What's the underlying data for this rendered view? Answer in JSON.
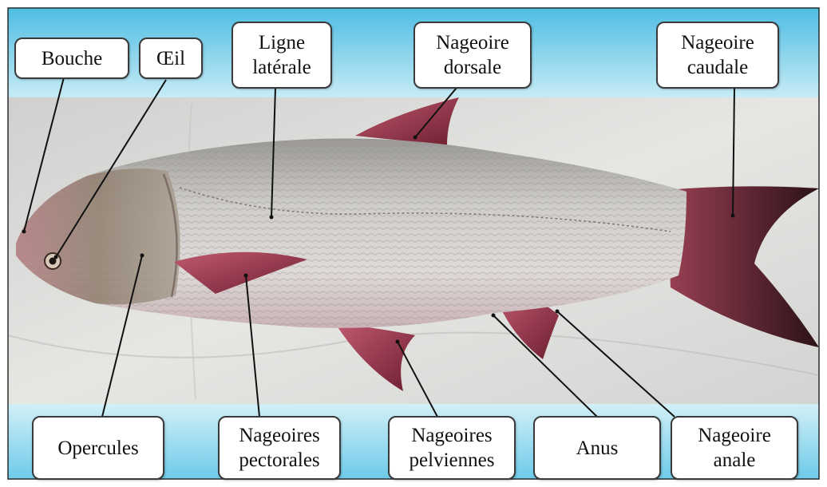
{
  "diagram": {
    "labels": {
      "bouche": "Bouche",
      "oeil": "Œil",
      "ligne_laterale": "Ligne\nlatérale",
      "nageoire_dorsale": "Nageoire\ndorsale",
      "nageoire_caudale": "Nageoire\ncaudale",
      "opercules": "Opercules",
      "nageoires_pectorales": "Nageoires\npectorales",
      "nageoires_pelviennes": "Nageoires\npelviennes",
      "anus": "Anus",
      "nageoire_anale": "Nageoire\nanale"
    },
    "colors": {
      "sky_top": "#5cc6e6",
      "sky_light": "#bfe8f4",
      "cloth": "#dcdcda",
      "fish_body": "#b9b7b5",
      "fin": "#8c2a3e",
      "leader_line": "#111111"
    }
  }
}
